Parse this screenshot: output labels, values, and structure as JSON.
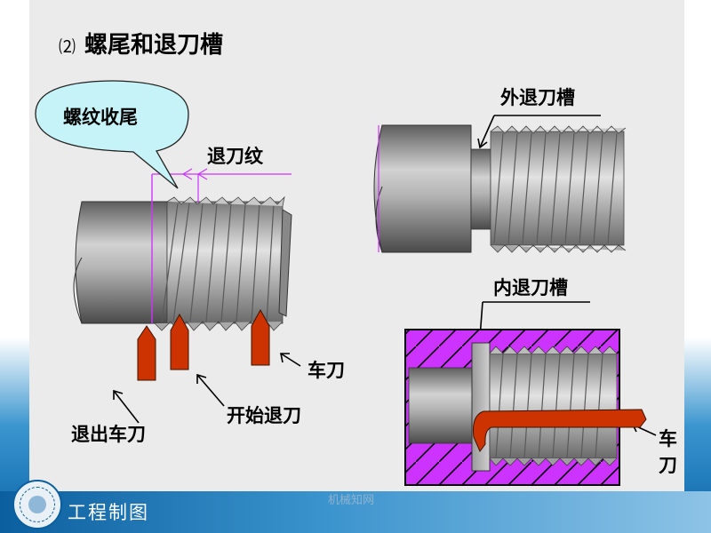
{
  "title": {
    "number": "⑵",
    "text": "螺尾和退刀槽"
  },
  "labels": {
    "callout": "螺纹收尾",
    "runout_thread": "退刀纹",
    "external_undercut": "外退刀槽",
    "internal_undercut": "内退刀槽",
    "tool_left": "车刀",
    "retract_tool": "退出车刀",
    "start_retract": "开始退刀",
    "tool_right_1": "车",
    "tool_right_2": "刀"
  },
  "footer": {
    "title": "工程制图",
    "watermark": "机械知网"
  },
  "colors": {
    "magenta": "#cc33ff",
    "tool_red": "#cc3300",
    "panel": "#ebebeb"
  }
}
